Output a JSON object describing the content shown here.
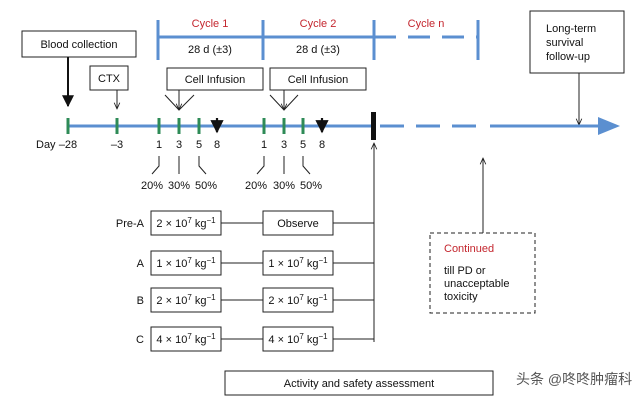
{
  "colors": {
    "timeline": "#5b8fd0",
    "marker": "#2e8b57",
    "cycle_text": "#c4262e",
    "stroke": "#222222"
  },
  "cycles": [
    {
      "title": "Cycle 1",
      "duration": "28 d (±3)"
    },
    {
      "title": "Cycle 2",
      "duration": "28 d (±3)"
    },
    {
      "title": "Cycle n"
    }
  ],
  "blood_collection": "Blood collection",
  "ctx": "CTX",
  "cell_infusion": "Cell Infusion",
  "long_term": [
    "Long-term",
    "survival",
    "follow-up"
  ],
  "day_prefix": "Day",
  "days": [
    "–28",
    "–3",
    "1",
    "3",
    "5",
    "8",
    "1",
    "3",
    "5",
    "8"
  ],
  "percentages": [
    "20%",
    "30%",
    "50%",
    "20%",
    "30%",
    "50%"
  ],
  "dose_rows": [
    {
      "label": "Pre-A",
      "dose": "2 × 10",
      "cycle2": "Observe"
    },
    {
      "label": "A",
      "dose": "1 × 10",
      "cycle2": "1 × 10"
    },
    {
      "label": "B",
      "dose": "2 × 10",
      "cycle2": "2 × 10"
    },
    {
      "label": "C",
      "dose": "4 × 10",
      "cycle2": "4 × 10"
    }
  ],
  "dose_exp": "7",
  "dose_unit": " kg",
  "dose_unit_exp": "−1",
  "continued": {
    "title": "Continued",
    "lines": [
      "till PD or",
      "unacceptable",
      "toxicity"
    ]
  },
  "assessment": "Activity and safety assessment",
  "watermark": "头条 @咚咚肿瘤科"
}
